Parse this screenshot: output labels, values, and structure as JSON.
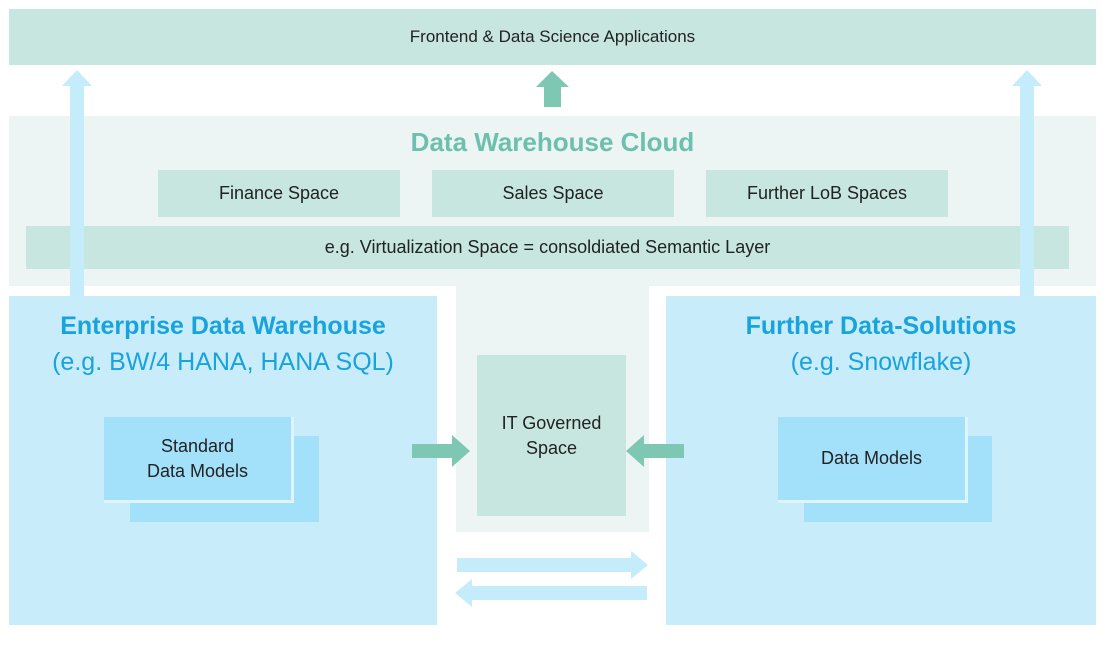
{
  "apps_bar": {
    "label": "Frontend & Data Science Applications"
  },
  "cloud": {
    "title": "Data Warehouse Cloud",
    "spaces": [
      "Finance Space",
      "Sales Space",
      "Further LoB Spaces"
    ],
    "virtualization_label": "e.g. Virtualization Space = consoldiated Semantic Layer",
    "it_space_line1": "IT Governed",
    "it_space_line2": "Space"
  },
  "edw": {
    "title": "Enterprise Data Warehouse",
    "subtitle": "(e.g. BW/4 HANA, HANA SQL)",
    "model_line1": "Standard",
    "model_line2": "Data Models"
  },
  "fds": {
    "title": "Further Data-Solutions",
    "subtitle": "(e.g. Snowflake)",
    "model_label": "Data Models"
  },
  "colors": {
    "teal_fill": "#c7e6df",
    "teal_light": "#ecf5f3",
    "teal_accent": "#6cc0ad",
    "teal_arrow": "#7ec7b2",
    "blue_panel": "#c9ecfb",
    "blue_model": "#a3e1fa",
    "blue_text": "#18a3dc",
    "blue_arrow": "#c4ecfb"
  }
}
